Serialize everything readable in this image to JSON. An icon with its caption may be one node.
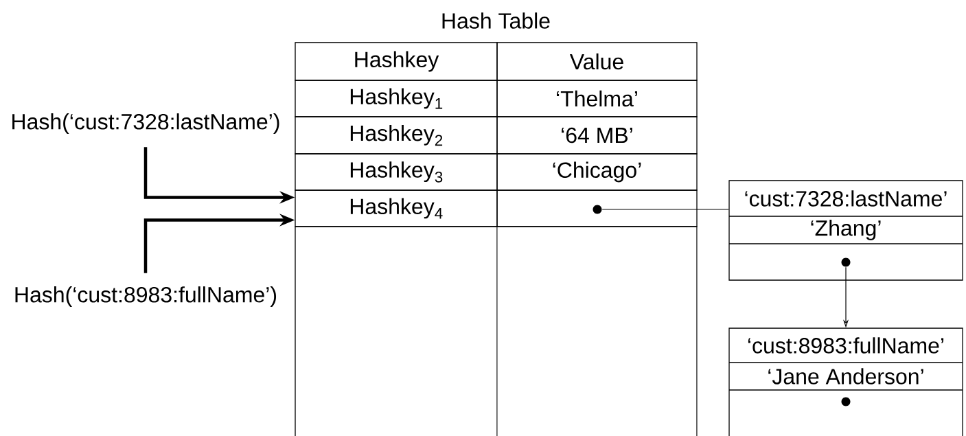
{
  "diagram": {
    "nodes": [
      {
        "text": [
          "Hash Table"
        ]
      },
      {
        "text": [
          "Hashkey"
        ],
        "in": 0
      },
      {
        "text": [
          "Value"
        ],
        "in": 0
      },
      {
        "text": [
          "Hashkey$_{1}$"
        ],
        "in": 0
      },
      {
        "text": [
          "‘Thelma’"
        ],
        "in": 0
      },
      {
        "text": [
          "Hashkey$_{2}$"
        ],
        "in": 0
      },
      {
        "text": [
          "‘64 MB’"
        ],
        "in": 0
      },
      {
        "text": [
          "Hashkey$_{3}$"
        ],
        "in": 0
      },
      {
        "text": [
          "‘Chicago’"
        ],
        "in": 0
      },
      {
        "text": [
          "Hashkey$_{4}$"
        ],
        "in": 0
      },
      {
        "text": [],
        "shape": "circle",
        "in": 0
      },
      {
        "text": [
          "Hash(‘cust:7328:lastName’)"
        ]
      },
      {
        "text": [
          "‘cust:7328:lastName’",
          "‘Zhang’"
        ]
      },
      {
        "text": [],
        "shape": "circle",
        "in": 12
      },
      {
        "text": [
          "Hash(‘cust:8983:fullName’)"
        ]
      },
      {
        "text": [
          "‘cust:8983:fullName’",
          "‘Jane Anderson’"
        ]
      },
      {
        "text": [],
        "shape": "circle",
        "in": 15
      }
    ],
    "edges": [
      {
        "from": 11,
        "to": 9,
        "arrow": "to",
        "style": "thick"
      },
      {
        "from": 14,
        "to": 9,
        "arrow": "to",
        "style": "thick"
      },
      {
        "from": 10,
        "to": 12,
        "arrow": "none"
      },
      {
        "from": 13,
        "to": 15,
        "arrow": "to"
      }
    ]
  }
}
